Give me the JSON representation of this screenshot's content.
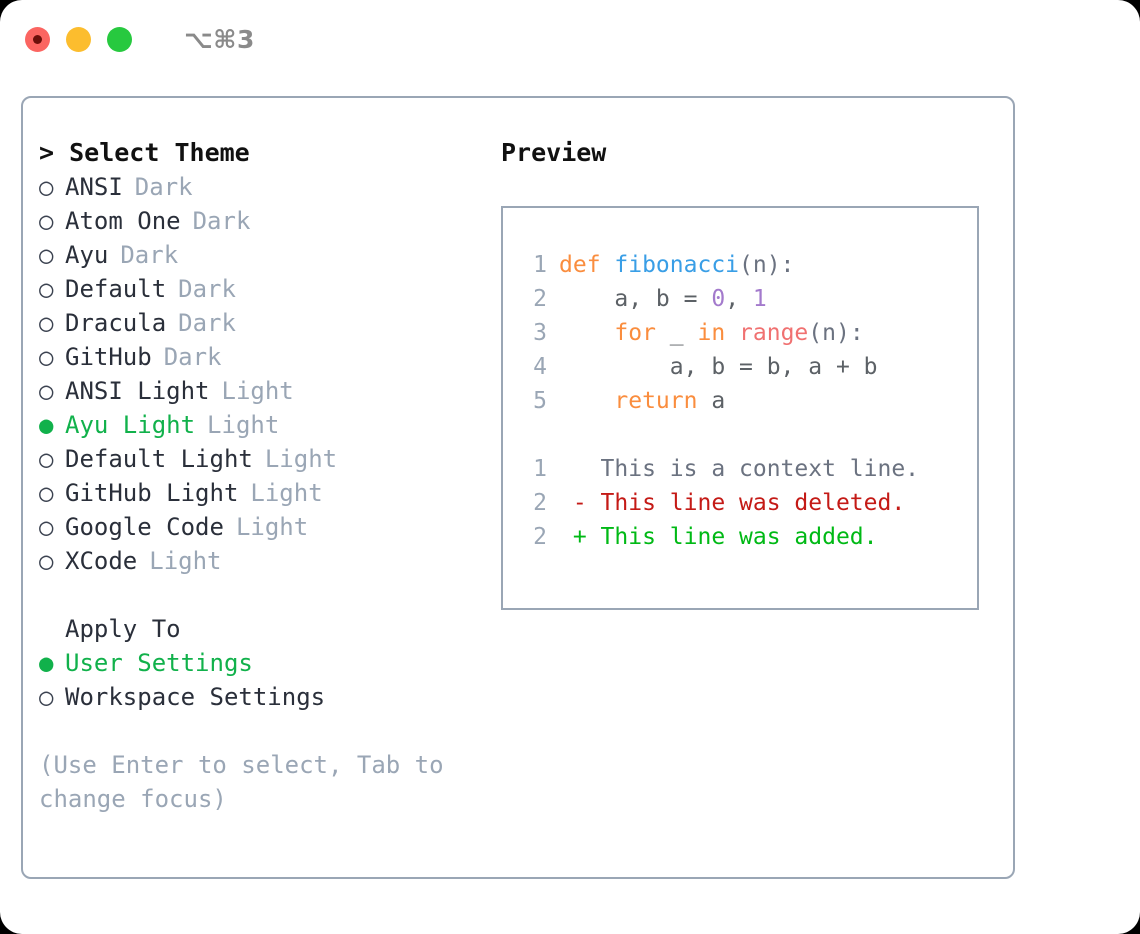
{
  "titlebar": {
    "shortcut": "⌥⌘3",
    "lights": [
      "close-red",
      "minimize-yellow",
      "zoom-green"
    ]
  },
  "left": {
    "header": "> Select Theme",
    "themes": [
      {
        "marker": "○",
        "name": "ANSI",
        "kind": "Dark",
        "selected": false
      },
      {
        "marker": "○",
        "name": "Atom One",
        "kind": "Dark",
        "selected": false
      },
      {
        "marker": "○",
        "name": "Ayu",
        "kind": "Dark",
        "selected": false
      },
      {
        "marker": "○",
        "name": "Default",
        "kind": "Dark",
        "selected": false
      },
      {
        "marker": "○",
        "name": "Dracula",
        "kind": "Dark",
        "selected": false
      },
      {
        "marker": "○",
        "name": "GitHub",
        "kind": "Dark",
        "selected": false
      },
      {
        "marker": "○",
        "name": "ANSI Light",
        "kind": "Light",
        "selected": false
      },
      {
        "marker": "●",
        "name": "Ayu Light",
        "kind": "Light",
        "selected": true
      },
      {
        "marker": "○",
        "name": "Default Light",
        "kind": "Light",
        "selected": false
      },
      {
        "marker": "○",
        "name": "GitHub Light",
        "kind": "Light",
        "selected": false
      },
      {
        "marker": "○",
        "name": "Google Code",
        "kind": "Light",
        "selected": false
      },
      {
        "marker": "○",
        "name": "XCode",
        "kind": "Light",
        "selected": false
      }
    ],
    "apply_to": {
      "title": "Apply To",
      "options": [
        {
          "marker": "●",
          "label": "User Settings",
          "selected": true
        },
        {
          "marker": "○",
          "label": "Workspace Settings",
          "selected": false
        }
      ]
    },
    "hint": "(Use Enter to select, Tab to change focus)"
  },
  "right": {
    "title": "Preview",
    "code_lines": [
      {
        "no": "1",
        "tokens": [
          {
            "t": "def ",
            "c": "kw"
          },
          {
            "t": "fibonacci",
            "c": "fn"
          },
          {
            "t": "(n):",
            "c": "pl"
          }
        ]
      },
      {
        "no": "2",
        "tokens": [
          {
            "t": "    a, b = ",
            "c": "var"
          },
          {
            "t": "0",
            "c": "num"
          },
          {
            "t": ", ",
            "c": "var"
          },
          {
            "t": "1",
            "c": "num"
          }
        ]
      },
      {
        "no": "3",
        "tokens": [
          {
            "t": "    ",
            "c": "var"
          },
          {
            "t": "for",
            "c": "kw"
          },
          {
            "t": " _ ",
            "c": "var"
          },
          {
            "t": "in",
            "c": "kw"
          },
          {
            "t": " ",
            "c": "var"
          },
          {
            "t": "range",
            "c": "bi"
          },
          {
            "t": "(n):",
            "c": "pl"
          }
        ]
      },
      {
        "no": "4",
        "tokens": [
          {
            "t": "        a, b = b, a + b",
            "c": "var"
          }
        ]
      },
      {
        "no": "5",
        "tokens": [
          {
            "t": "    ",
            "c": "var"
          },
          {
            "t": "return",
            "c": "kw"
          },
          {
            "t": " a",
            "c": "var"
          }
        ]
      }
    ],
    "diff_lines": [
      {
        "no": "1",
        "sign": " ",
        "text": "This is a context line.",
        "kind": "ctx"
      },
      {
        "no": "2",
        "sign": "-",
        "text": "This line was deleted.",
        "kind": "del"
      },
      {
        "no": "2",
        "sign": "+",
        "text": "This line was added.",
        "kind": "add"
      }
    ]
  },
  "colors": {
    "accent_green": "#11b14b",
    "muted": "#9aa6b5",
    "text": "#2a2f3a",
    "keyword": "#fa8d3e",
    "function": "#399ee6",
    "number": "#a37acc",
    "builtin": "#f07171",
    "diff_delete": "#c41a16",
    "diff_add": "#00b915",
    "border": "#9aa6b5"
  }
}
